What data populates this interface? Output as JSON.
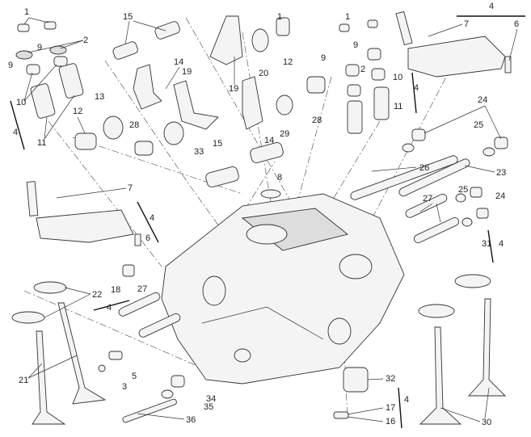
{
  "diagram": {
    "title_hidden": false,
    "labels": [
      {
        "id": "l1a",
        "text": "1"
      },
      {
        "id": "l9a",
        "text": "9"
      },
      {
        "id": "l9b",
        "text": "9"
      },
      {
        "id": "l2a",
        "text": "2"
      },
      {
        "id": "l10a",
        "text": "10"
      },
      {
        "id": "l11a",
        "text": "11"
      },
      {
        "id": "l12a",
        "text": "12"
      },
      {
        "id": "l4a",
        "text": "4"
      },
      {
        "id": "l15a",
        "text": "15"
      },
      {
        "id": "l14a",
        "text": "14"
      },
      {
        "id": "l19a",
        "text": "19"
      },
      {
        "id": "l13",
        "text": "13"
      },
      {
        "id": "l28a",
        "text": "28"
      },
      {
        "id": "l33",
        "text": "33"
      },
      {
        "id": "l19b",
        "text": "19"
      },
      {
        "id": "l20",
        "text": "20"
      },
      {
        "id": "l12b",
        "text": "12"
      },
      {
        "id": "l1b",
        "text": "1"
      },
      {
        "id": "l28b",
        "text": "28"
      },
      {
        "id": "l29",
        "text": "29"
      },
      {
        "id": "l14b",
        "text": "14"
      },
      {
        "id": "l15b",
        "text": "15"
      },
      {
        "id": "l8",
        "text": "8"
      },
      {
        "id": "l1c",
        "text": "1"
      },
      {
        "id": "l9c",
        "text": "9"
      },
      {
        "id": "l9d",
        "text": "9"
      },
      {
        "id": "l2b",
        "text": "2"
      },
      {
        "id": "l10b",
        "text": "10"
      },
      {
        "id": "l4b",
        "text": "4"
      },
      {
        "id": "l11b",
        "text": "11"
      },
      {
        "id": "l7a",
        "text": "7"
      },
      {
        "id": "l4c",
        "text": "4"
      },
      {
        "id": "l6a",
        "text": "6"
      },
      {
        "id": "l24a",
        "text": "24"
      },
      {
        "id": "l25a",
        "text": "25"
      },
      {
        "id": "l26",
        "text": "26"
      },
      {
        "id": "l23",
        "text": "23"
      },
      {
        "id": "l25b",
        "text": "25"
      },
      {
        "id": "l24b",
        "text": "24"
      },
      {
        "id": "l27a",
        "text": "27"
      },
      {
        "id": "l31",
        "text": "31"
      },
      {
        "id": "l4d",
        "text": "4"
      },
      {
        "id": "l7b",
        "text": "7"
      },
      {
        "id": "l4e",
        "text": "4"
      },
      {
        "id": "l6b",
        "text": "6"
      },
      {
        "id": "l22",
        "text": "22"
      },
      {
        "id": "l18",
        "text": "18"
      },
      {
        "id": "l4f",
        "text": "4"
      },
      {
        "id": "l27b",
        "text": "27"
      },
      {
        "id": "l21",
        "text": "21"
      },
      {
        "id": "l3",
        "text": "3"
      },
      {
        "id": "l5",
        "text": "5"
      },
      {
        "id": "l34",
        "text": "34"
      },
      {
        "id": "l35",
        "text": "35"
      },
      {
        "id": "l36",
        "text": "36"
      },
      {
        "id": "l32",
        "text": "32"
      },
      {
        "id": "l17",
        "text": "17"
      },
      {
        "id": "l16",
        "text": "16"
      },
      {
        "id": "l4g",
        "text": "4"
      },
      {
        "id": "l30",
        "text": "30"
      }
    ]
  }
}
